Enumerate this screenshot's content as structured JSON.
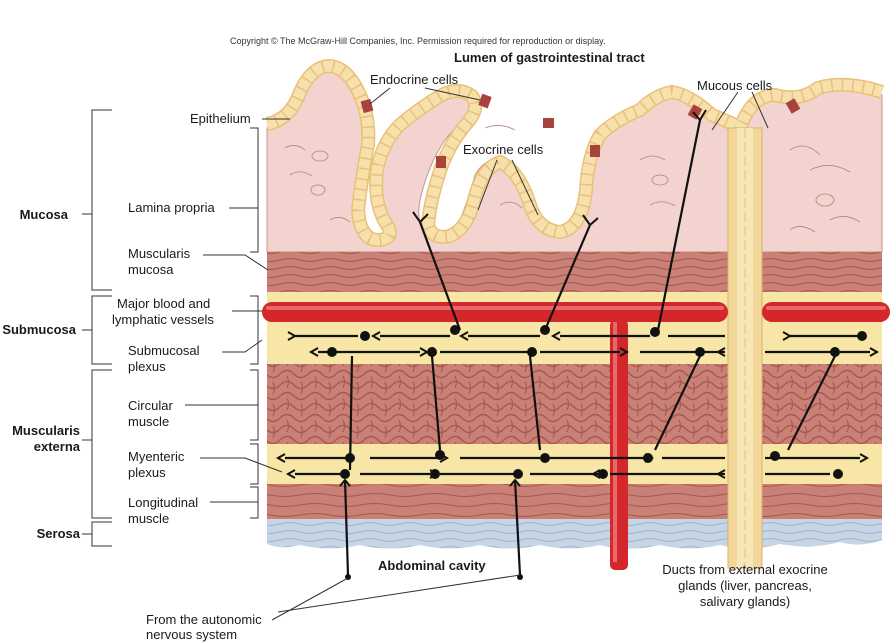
{
  "copyright": "Copyright © The McGraw-Hill Companies, Inc. Permission required for reproduction or display.",
  "top_labels": {
    "lumen": "Lumen of gastrointestinal tract",
    "endocrine": "Endocrine cells",
    "exocrine": "Exocrine cells",
    "mucous": "Mucous cells"
  },
  "layers": {
    "mucosa": "Mucosa",
    "submucosa": "Submucosa",
    "muscularis_externa_1": "Muscularis",
    "muscularis_externa_2": "externa",
    "serosa": "Serosa"
  },
  "structures": {
    "epithelium": "Epithelium",
    "lamina_propria": "Lamina propria",
    "muscularis_mucosa_1": "Muscularis",
    "muscularis_mucosa_2": "mucosa",
    "blood_vessels_1": "Major blood and",
    "blood_vessels_2": "lymphatic vessels",
    "submucosal_plexus_1": "Submucosal",
    "submucosal_plexus_2": "plexus",
    "circular_muscle_1": "Circular",
    "circular_muscle_2": "muscle",
    "myenteric_plexus_1": "Myenteric",
    "myenteric_plexus_2": "plexus",
    "longitudinal_muscle_1": "Longitudinal",
    "longitudinal_muscle_2": "muscle"
  },
  "bottom_labels": {
    "abdominal_cavity": "Abdominal cavity",
    "ducts_1": "Ducts from external exocrine",
    "ducts_2": "glands (liver, pancreas,",
    "ducts_3": "salivary glands)",
    "autonomic_1": "From the autonomic",
    "autonomic_2": "nervous system"
  },
  "colors": {
    "mucosa_fill": "#f2d3cf",
    "epithelium_cell": "#f7dfa8",
    "endocrine_cell": "#a8423c",
    "muscle": "#c97c72",
    "muscle_dark": "#a85a52",
    "plexus_band": "#f7e6a6",
    "vessel": "#d3272b",
    "serosa": "#c6d6e6",
    "duct": "#f3d79a",
    "neuron": "#111111"
  }
}
